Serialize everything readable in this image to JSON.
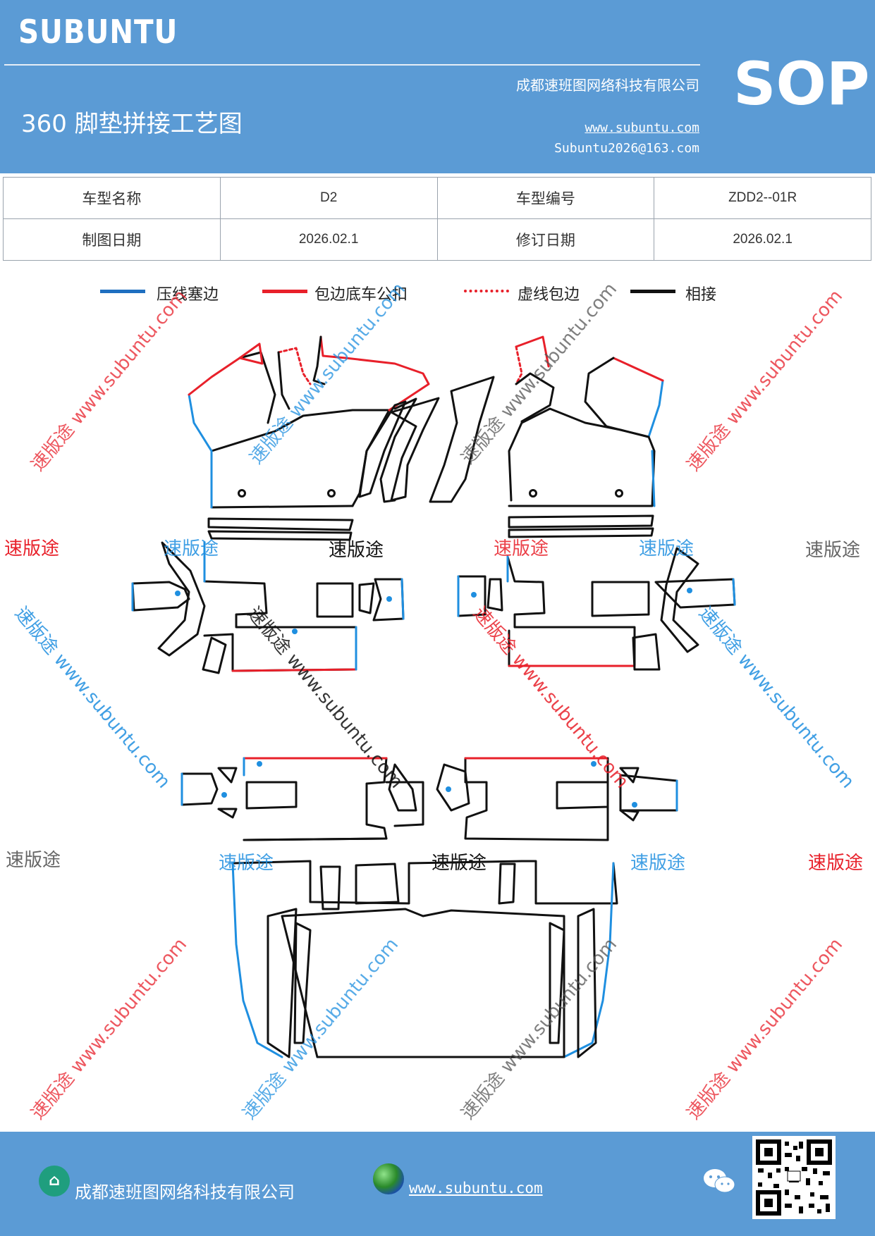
{
  "header": {
    "brand": "SUBUNTU",
    "company": "成都速班图网络科技有限公司",
    "title": "360 脚垫拼接工艺图",
    "website": "www.subuntu.com",
    "email": "Subuntu2026@163.com",
    "badge": "SOP"
  },
  "info": {
    "model_name_label": "车型名称",
    "model_name_value": "D2",
    "model_code_label": "车型编号",
    "model_code_value": "ZDD2--01R",
    "draw_date_label": "制图日期",
    "draw_date_value": "2026.02.1",
    "revise_date_label": "修订日期",
    "revise_date_value": "2026.02.1"
  },
  "legend": {
    "items": [
      {
        "label": "压线塞边",
        "color": "#1f6fc0",
        "style": "solid"
      },
      {
        "label": "包边底车公扣",
        "color": "#e8202a",
        "style": "solid"
      },
      {
        "label": "虚线包边",
        "color": "#e8202a",
        "style": "dotted"
      },
      {
        "label": "相接",
        "color": "#111111",
        "style": "solid"
      }
    ]
  },
  "watermarks": {
    "diagonal": "速版途 www.subuntu.com",
    "short": "速版途"
  },
  "footer": {
    "company": "成都速班图网络科技有限公司",
    "website": "www.subuntu.com"
  },
  "colors": {
    "header_bg": "#5b9bd5",
    "blue": "#1f8fe0",
    "red": "#e8202a",
    "black": "#111111"
  },
  "icons": [
    "building-icon",
    "globe-icon",
    "wechat-icon",
    "qr-code-icon"
  ]
}
